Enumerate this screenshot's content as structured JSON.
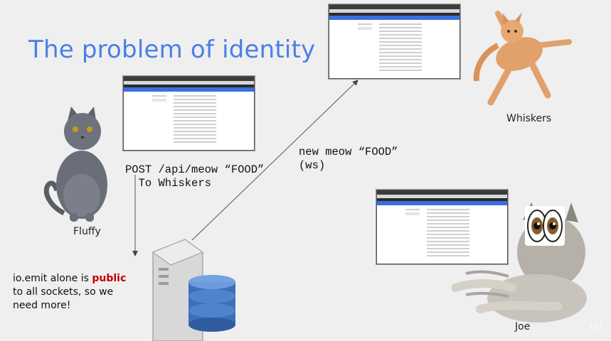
{
  "slide": {
    "title": "The problem of identity",
    "page_number": "101"
  },
  "left_request": {
    "line1": "POST /api/meow “FOOD”",
    "line2": "  To Whiskers"
  },
  "right_request": {
    "line1": "new meow “FOOD”",
    "line2": "(ws)"
  },
  "cats": {
    "fluffy": "Fluffy",
    "whiskers": "Whiskers",
    "joe": "Joe"
  },
  "note": {
    "before": "io.emit alone is ",
    "emphasis": "public",
    "after_line1": "",
    "line2": "to all sockets, so we",
    "line3": "need more!"
  },
  "colors": {
    "title": "#4a7fe8",
    "emphasis": "#c00000",
    "nav_bar": "#3a6fe0"
  }
}
